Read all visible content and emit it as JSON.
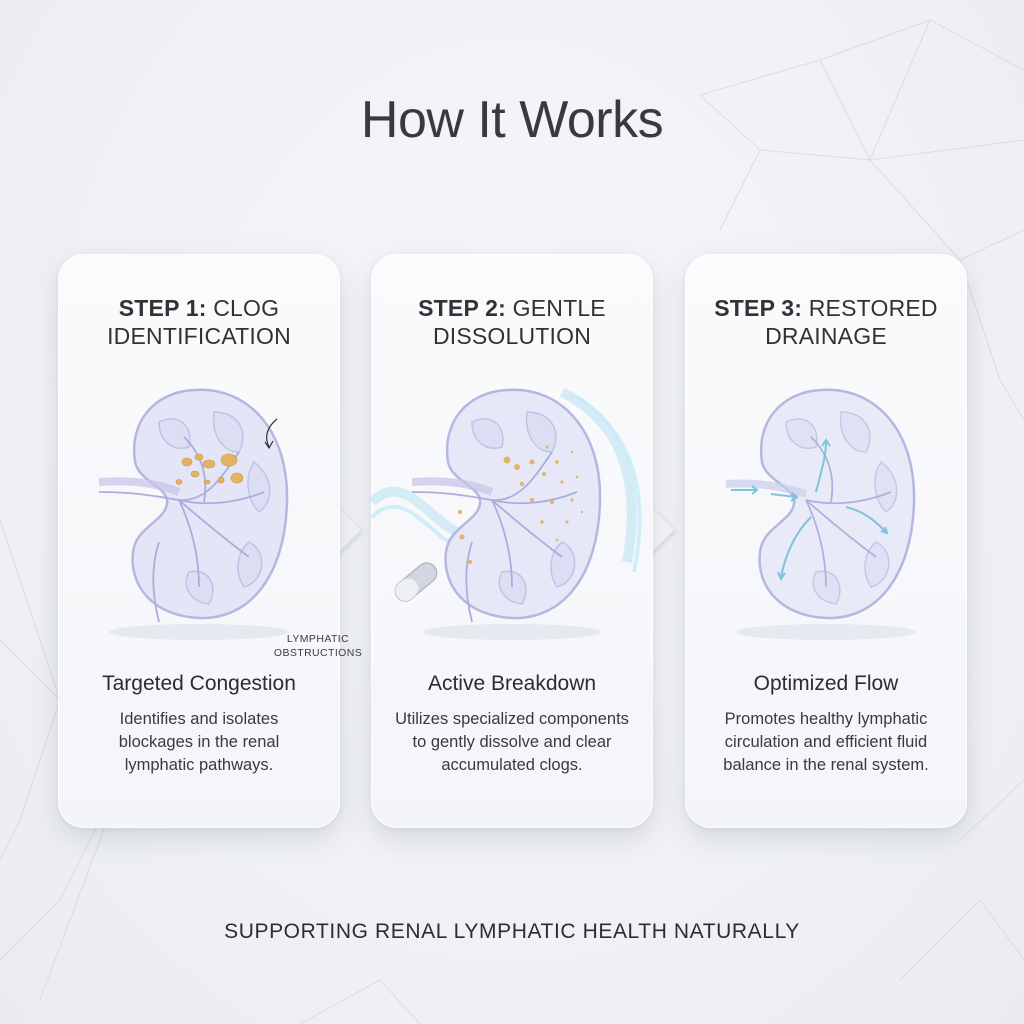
{
  "title": "How It Works",
  "steps": [
    {
      "step_label": "STEP 1:",
      "title_line1": "CLOG",
      "title_line2": "IDENTIFICATION",
      "heading": "Targeted Congestion",
      "description": "Identifies and isolates blockages in the renal lymphatic pathways.",
      "annotation_line1": "LYMPHATIC",
      "annotation_line2": "OBSTRUCTIONS"
    },
    {
      "step_label": "STEP 2:",
      "title_line1": "GENTLE",
      "title_line2": "DISSOLUTION",
      "heading": "Active Breakdown",
      "description": "Utilizes specialized components to gently dissolve and clear accumulated clogs."
    },
    {
      "step_label": "STEP 3:",
      "title_line1": "RESTORED",
      "title_line2": "DRAINAGE",
      "heading": "Optimized Flow",
      "description": "Promotes healthy lymphatic circulation and efficient fluid balance in the renal system."
    }
  ],
  "footer": "SUPPORTING RENAL LYMPHATIC HEALTH NATURALLY",
  "colors": {
    "kidney_fill": "#e4e5f6",
    "kidney_stroke": "#b4b8e0",
    "clog": "#e3b463",
    "flow": "#7fc2dc",
    "capsule": "#c9ced9"
  }
}
